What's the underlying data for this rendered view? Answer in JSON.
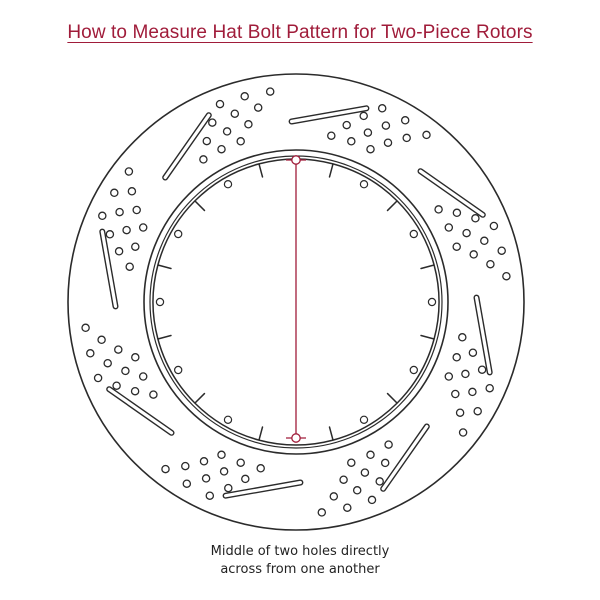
{
  "title": "How to Measure Hat Bolt Pattern for Two-Piece Rotors",
  "caption": {
    "line1": "Middle of two holes directly",
    "line2": "across from one another"
  },
  "colors": {
    "title": "#a01c3a",
    "measure_line": "#a01c3a",
    "outline": "#2b2b2b",
    "text": "#222222"
  },
  "icons": {
    "rotor": "brake-rotor-drilled-slotted"
  }
}
